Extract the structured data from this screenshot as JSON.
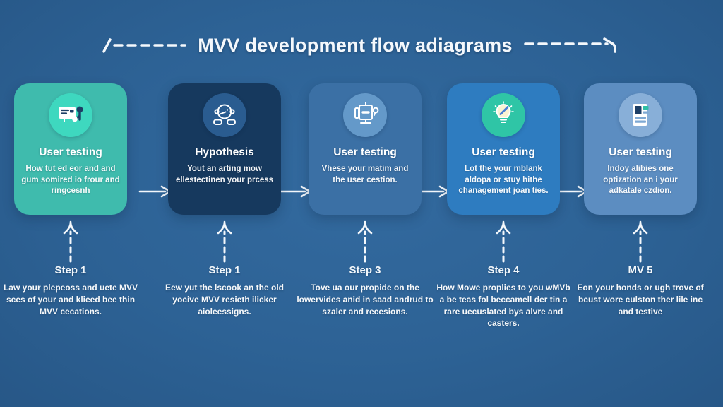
{
  "title": "MVV development flow adiagrams",
  "colors": {
    "background": "#2d6295",
    "arrow_white": "#f4f8fc",
    "teal_accent": "#3fbbad"
  },
  "steps": [
    {
      "card_title": "Hypothesis",
      "card_desc": "Yout an arting mow ellestectinen your prcess",
      "step_label": "Step 1",
      "step_desc": "Eew yut the lscook an the old yocive MVV resieth ilicker aioleessigns.",
      "icon": "person-head-icon",
      "card_color": "#16395e",
      "icon_bg": "#2a5c90"
    },
    {
      "card_title": "User testing",
      "card_desc": "Vhese your matim and the user cestion.",
      "step_label": "Step 3",
      "step_desc": "Tove ua our propide on the lowervides anid in saad andrud to szaler and recesions.",
      "icon": "computer-monitor-icon",
      "card_color": "#3b70a5",
      "icon_bg": "#6499c9"
    },
    {
      "card_title": "User testing",
      "card_desc": "Lot the your mblank aldopa or stuy hithe chanagement joan ties.",
      "step_label": "Step 4",
      "step_desc": "How Mowe proplies to you wMVb a be teas fol beccamell der tin a rare uecuslated bys alvre and casters.",
      "icon": "lightbulb-icon",
      "card_color": "#2e7cc0",
      "icon_bg": "#2fc5a6"
    },
    {
      "card_title": "User testing",
      "card_desc": "Indoy alibies one optization an i your adkatale czdion.",
      "step_label": "MV 5",
      "step_desc": "Eon your honds or ugh trove of bcust wore culston ther lile inc and testive",
      "icon": "document-report-icon",
      "card_color": "#5c8dc1",
      "icon_bg": "#88afd8"
    },
    {
      "card_title": "User testing",
      "card_desc": "How tut ed eor and and gum somired io frour and ringcesnh",
      "step_label": "Step 1",
      "step_desc": "Law your plepeoss and uete MVV sces of your and klieed bee thin MVV cecations.",
      "icon": "presentation-screen-icon",
      "card_color": "#3fbbad",
      "icon_bg": "#3ed8bf"
    }
  ]
}
